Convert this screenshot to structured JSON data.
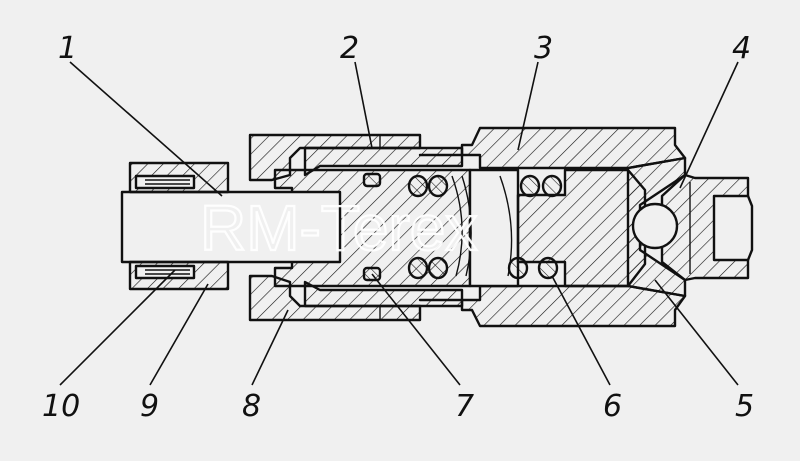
{
  "callouts": [
    "1",
    "2",
    "3",
    "4",
    "5",
    "6",
    "7",
    "8",
    "9",
    "10"
  ],
  "watermark": "RM-Terex",
  "colors": {
    "background": "#f0f0f0",
    "ink": "#111111",
    "part_fill": "#f0f0f0",
    "watermark": "#ffffff"
  }
}
